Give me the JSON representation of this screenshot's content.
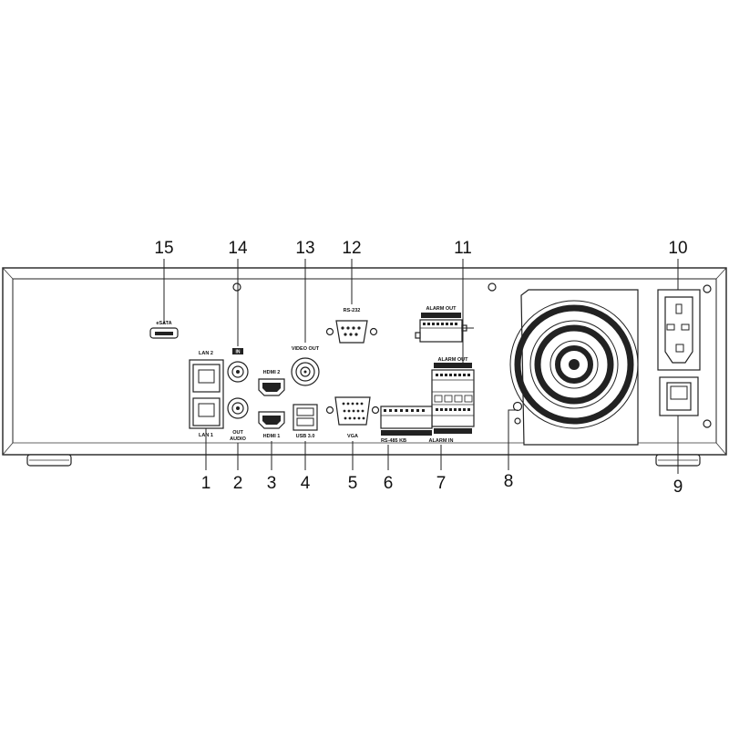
{
  "callouts": {
    "c1": "1",
    "c2": "2",
    "c3": "3",
    "c4": "4",
    "c5": "5",
    "c6": "6",
    "c7": "7",
    "c8": "8",
    "c9": "9",
    "c10": "10",
    "c11": "11",
    "c12": "12",
    "c13": "13",
    "c14": "14",
    "c15": "15"
  },
  "labels": {
    "esata": "eSATA",
    "lan2": "LAN 2",
    "lan1": "LAN 1",
    "audio_in": "IN",
    "audio_out": "OUT",
    "audio": "AUDIO",
    "hdmi2": "HDMI 2",
    "hdmi1": "HDMI 1",
    "usb": "USB 3.0",
    "video_out": "VIDEO OUT",
    "rs232": "RS-232",
    "vga": "VGA",
    "alarm_out_top": "ALARM OUT",
    "alarm_out_mid": "ALARM OUT",
    "rs485": "RS-485 KB",
    "alarm_in": "ALARM IN"
  },
  "colors": {
    "stroke": "#222222",
    "background": "#ffffff"
  }
}
